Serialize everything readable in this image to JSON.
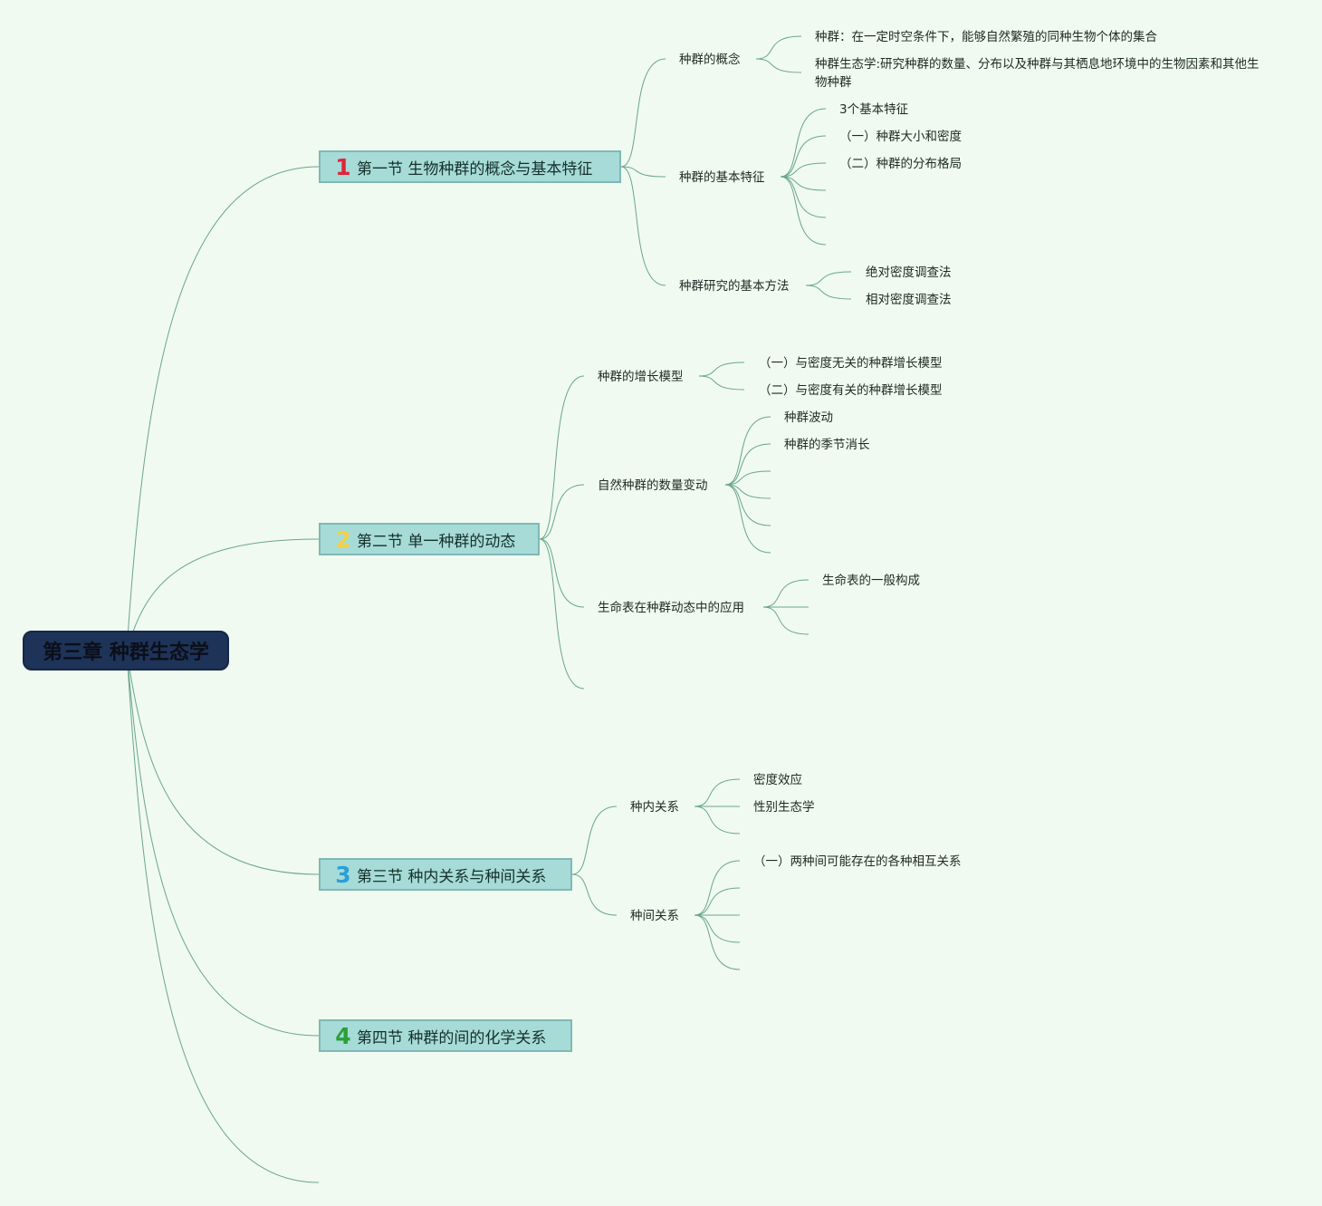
{
  "root": {
    "title": "第三章 种群生态学"
  },
  "sections": [
    {
      "number": "1",
      "number_color": "#e0243c",
      "title": "第一节 生物种群的概念与基本特征",
      "topics": [
        {
          "label": "种群的概念",
          "children": [
            "种群：在一定时空条件下，能够自然繁殖的同种生物个体的集合",
            "种群生态学:研究种群的数量、分布以及种群与其栖息地环境中的生物因素和其他生物种群"
          ]
        },
        {
          "label": "种群的基本特征",
          "children": [
            "3个基本特征",
            "（一）种群大小和密度",
            "（二）种群的分布格局"
          ]
        },
        {
          "label": "种群研究的基本方法",
          "children": [
            "绝对密度调查法",
            "相对密度调查法"
          ]
        }
      ]
    },
    {
      "number": "2",
      "number_color": "#f2d04a",
      "title": "第二节 单一种群的动态",
      "topics": [
        {
          "label": "种群的增长模型",
          "children": [
            "（一）与密度无关的种群增长模型",
            "（二）与密度有关的种群增长模型"
          ]
        },
        {
          "label": "自然种群的数量变动",
          "children": [
            "种群波动",
            "种群的季节消长"
          ]
        },
        {
          "label": "生命表在种群动态中的应用",
          "children": [
            "生命表的一般构成"
          ]
        }
      ]
    },
    {
      "number": "3",
      "number_color": "#2a9fd8",
      "title": "第三节 种内关系与种间关系",
      "topics": [
        {
          "label": "种内关系",
          "children": [
            "密度效应",
            "性别生态学"
          ]
        },
        {
          "label": "种间关系",
          "children": [
            "（一）两种间可能存在的各种相互关系"
          ]
        }
      ]
    },
    {
      "number": "4",
      "number_color": "#2aa03a",
      "title": "第四节 种群的间的化学关系",
      "topics": []
    }
  ],
  "colors": {
    "line": "#6aa58f",
    "section_fill": "#a6dbd7",
    "root_fill": "#1e3358",
    "background": "#f0faf0"
  }
}
